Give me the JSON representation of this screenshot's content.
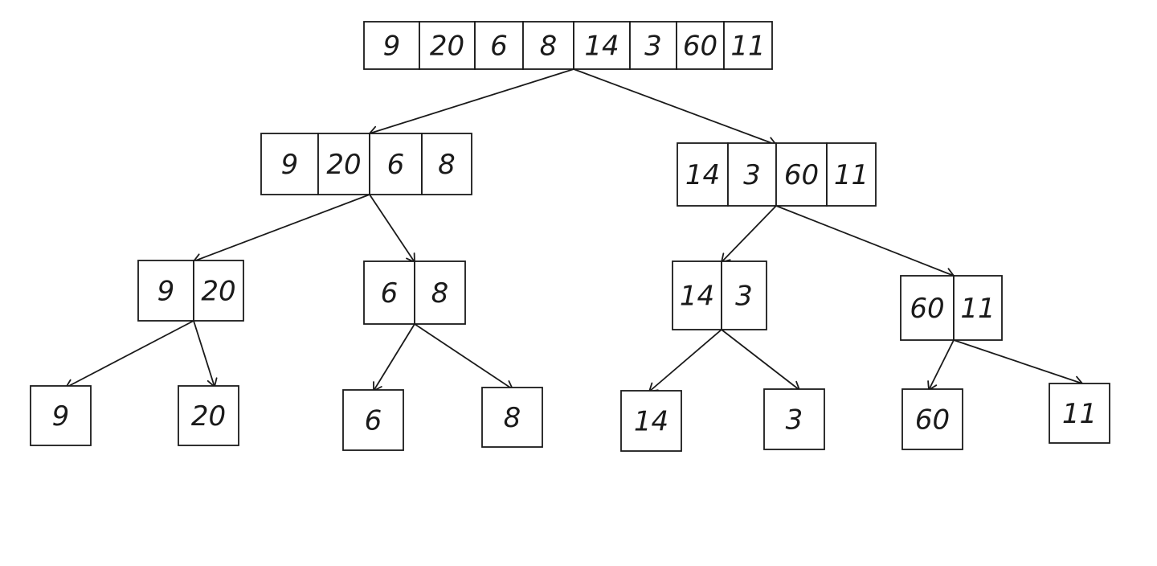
{
  "diagram": {
    "type": "merge-sort-divide-tree",
    "colors": {
      "ink": "#1a1a1a",
      "background": "#ffffff"
    },
    "nodes": [
      {
        "id": "root",
        "level": 0,
        "values": [
          "9",
          "20",
          "6",
          "8",
          "14",
          "3",
          "60",
          "11"
        ]
      },
      {
        "id": "l",
        "level": 1,
        "values": [
          "9",
          "20",
          "6",
          "8"
        ]
      },
      {
        "id": "r",
        "level": 1,
        "values": [
          "14",
          "3",
          "60",
          "11"
        ]
      },
      {
        "id": "ll",
        "level": 2,
        "values": [
          "9",
          "20"
        ]
      },
      {
        "id": "lr",
        "level": 2,
        "values": [
          "6",
          "8"
        ]
      },
      {
        "id": "rl",
        "level": 2,
        "values": [
          "14",
          "3"
        ]
      },
      {
        "id": "rr",
        "level": 2,
        "values": [
          "60",
          "11"
        ]
      },
      {
        "id": "lll",
        "level": 3,
        "values": [
          "9"
        ]
      },
      {
        "id": "llr",
        "level": 3,
        "values": [
          "20"
        ]
      },
      {
        "id": "lrl",
        "level": 3,
        "values": [
          "6"
        ]
      },
      {
        "id": "lrr",
        "level": 3,
        "values": [
          "8"
        ]
      },
      {
        "id": "rll",
        "level": 3,
        "values": [
          "14"
        ]
      },
      {
        "id": "rlr",
        "level": 3,
        "values": [
          "3"
        ]
      },
      {
        "id": "rrl",
        "level": 3,
        "values": [
          "60"
        ]
      },
      {
        "id": "rrr",
        "level": 3,
        "values": [
          "11"
        ]
      }
    ],
    "edges": [
      {
        "from": "root",
        "to": "l"
      },
      {
        "from": "root",
        "to": "r"
      },
      {
        "from": "l",
        "to": "ll"
      },
      {
        "from": "l",
        "to": "lr"
      },
      {
        "from": "r",
        "to": "rl"
      },
      {
        "from": "r",
        "to": "rr"
      },
      {
        "from": "ll",
        "to": "lll"
      },
      {
        "from": "ll",
        "to": "llr"
      },
      {
        "from": "lr",
        "to": "lrl"
      },
      {
        "from": "lr",
        "to": "lrr"
      },
      {
        "from": "rl",
        "to": "rll"
      },
      {
        "from": "rl",
        "to": "rlr"
      },
      {
        "from": "rr",
        "to": "rrl"
      },
      {
        "from": "rr",
        "to": "rrr"
      }
    ]
  }
}
